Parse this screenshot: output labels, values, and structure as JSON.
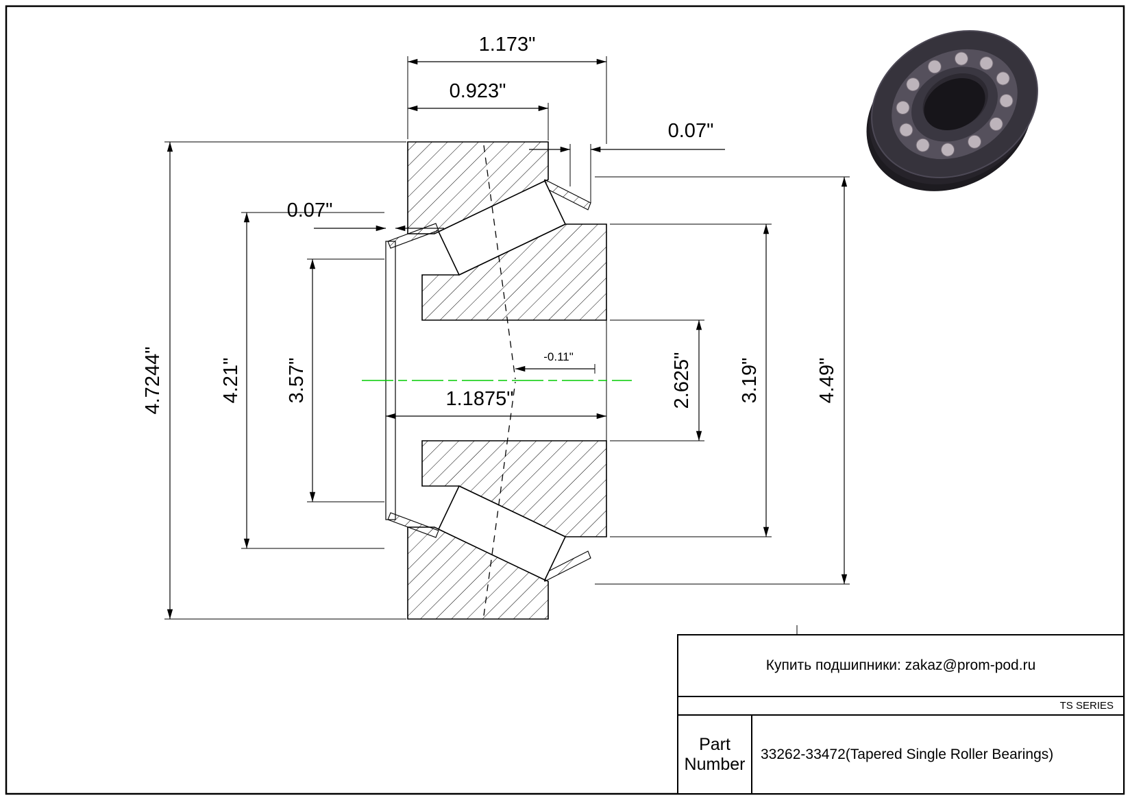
{
  "drawing": {
    "centerline_color": "#00cc00",
    "dimensions": {
      "cup_total_width": "1.173\"",
      "cup_front_width": "0.923\"",
      "standout_right": "0.07\"",
      "standout_left": "0.07\"",
      "outer_diameter": "4.7244\"",
      "cage_od": "4.21\"",
      "cone_front_od": "3.57\"",
      "cone_width": "1.1875\"",
      "effective_center": "-0.11\"",
      "bore_diameter": "2.625\"",
      "cone_back_od": "3.19\"",
      "flange_od": "4.49\""
    }
  },
  "title_block": {
    "contact": "Купить подшипники: zakaz@prom-pod.ru",
    "series": "TS SERIES",
    "part_label": "Part Number",
    "part_value": "33262-33472(Tapered Single Roller Bearings)"
  }
}
